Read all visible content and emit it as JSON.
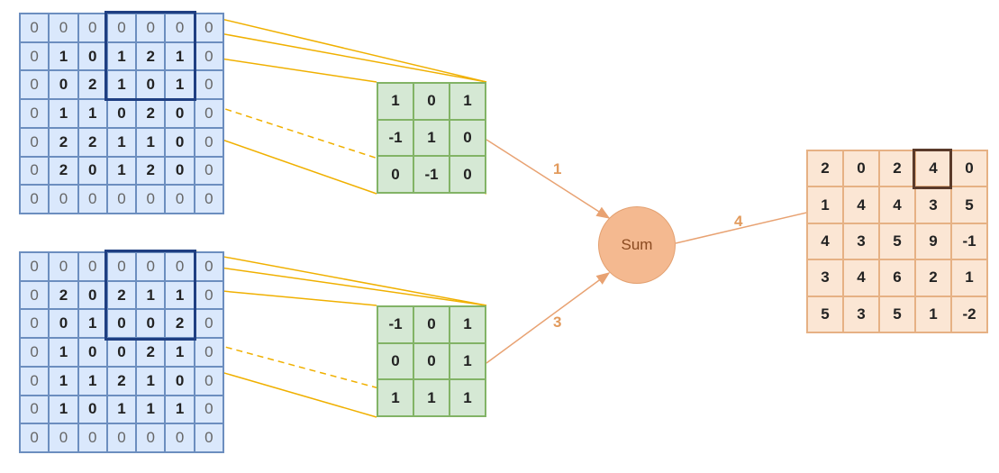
{
  "inputs": [
    {
      "matrix": [
        [
          "0",
          "0",
          "0",
          "0",
          "0",
          "0",
          "0"
        ],
        [
          "0",
          "1",
          "0",
          "1",
          "2",
          "1",
          "0"
        ],
        [
          "0",
          "0",
          "2",
          "1",
          "0",
          "1",
          "0"
        ],
        [
          "0",
          "1",
          "1",
          "0",
          "2",
          "0",
          "0"
        ],
        [
          "0",
          "2",
          "2",
          "1",
          "1",
          "0",
          "0"
        ],
        [
          "0",
          "2",
          "0",
          "1",
          "2",
          "0",
          "0"
        ],
        [
          "0",
          "0",
          "0",
          "0",
          "0",
          "0",
          "0"
        ]
      ]
    },
    {
      "matrix": [
        [
          "0",
          "0",
          "0",
          "0",
          "0",
          "0",
          "0"
        ],
        [
          "0",
          "2",
          "0",
          "2",
          "1",
          "1",
          "0"
        ],
        [
          "0",
          "0",
          "1",
          "0",
          "0",
          "2",
          "0"
        ],
        [
          "0",
          "1",
          "0",
          "0",
          "2",
          "1",
          "0"
        ],
        [
          "0",
          "1",
          "1",
          "2",
          "1",
          "0",
          "0"
        ],
        [
          "0",
          "1",
          "0",
          "1",
          "1",
          "1",
          "0"
        ],
        [
          "0",
          "0",
          "0",
          "0",
          "0",
          "0",
          "0"
        ]
      ]
    }
  ],
  "kernels": [
    {
      "matrix": [
        [
          "1",
          "0",
          "1"
        ],
        [
          "-1",
          "1",
          "0"
        ],
        [
          "0",
          "-1",
          "0"
        ]
      ]
    },
    {
      "matrix": [
        [
          "-1",
          "0",
          "1"
        ],
        [
          "0",
          "0",
          "1"
        ],
        [
          "1",
          "1",
          "1"
        ]
      ]
    }
  ],
  "sum_label": "Sum",
  "output": {
    "matrix": [
      [
        "2",
        "0",
        "2",
        "4",
        "0"
      ],
      [
        "1",
        "4",
        "4",
        "3",
        "5"
      ],
      [
        "4",
        "3",
        "5",
        "9",
        "-1"
      ],
      [
        "3",
        "4",
        "6",
        "2",
        "1"
      ],
      [
        "5",
        "3",
        "5",
        "1",
        "-2"
      ]
    ]
  },
  "steps": {
    "one": "1",
    "three": "3",
    "four": "4"
  },
  "colors": {
    "input_fill": "#dae8fc",
    "input_border": "#6c8ebf",
    "kernel_fill": "#d5e8d4",
    "kernel_border": "#82b366",
    "output_fill": "#fbe6d4",
    "output_border": "#e6b184",
    "highlight_input": "#1f3f82",
    "highlight_output": "#5a3a2a",
    "connector_line": "#f0b000",
    "flow_arrow": "#e8a272",
    "sum_fill": "#f4b990"
  }
}
